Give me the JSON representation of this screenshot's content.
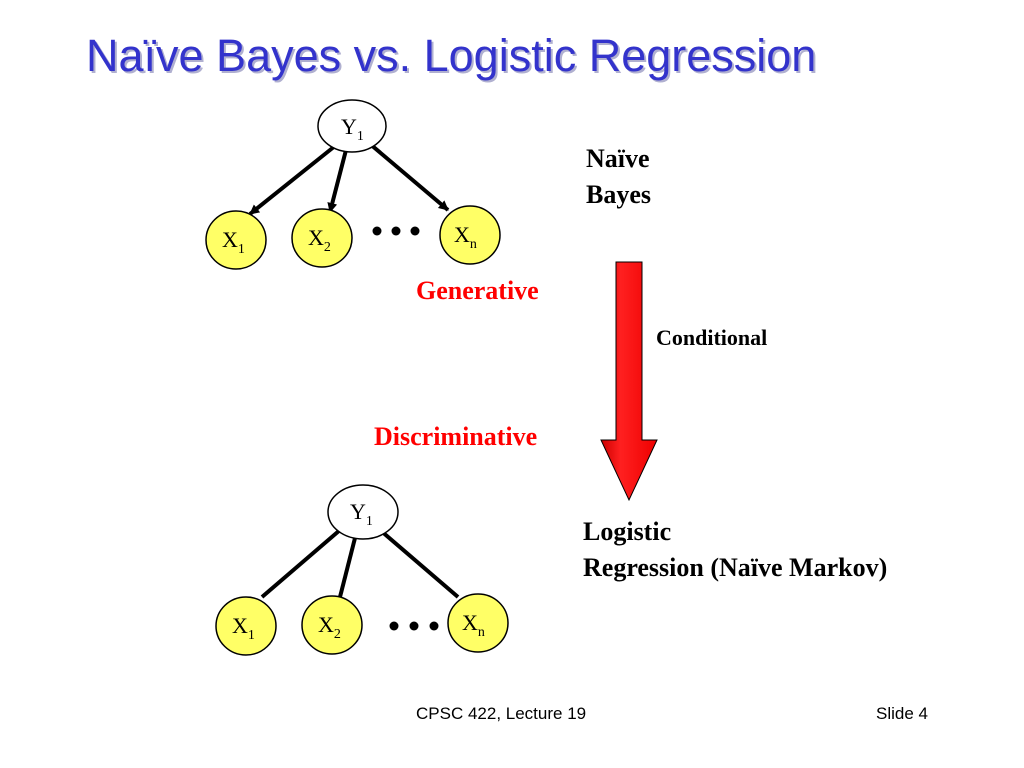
{
  "title": "Naïve Bayes vs. Logistic Regression",
  "naive_bayes": {
    "label_line1": "Naïve",
    "label_line2": "Bayes",
    "root": {
      "base": "Y",
      "sub": "1"
    },
    "children": [
      {
        "base": "X",
        "sub": "1"
      },
      {
        "base": "X",
        "sub": "2"
      },
      {
        "base": "X",
        "sub": "n"
      }
    ]
  },
  "logistic_regression": {
    "label_line1": "Logistic",
    "label_line2": "Regression (Naïve Markov)",
    "root": {
      "base": "Y",
      "sub": "1"
    },
    "children": [
      {
        "base": "X",
        "sub": "1"
      },
      {
        "base": "X",
        "sub": "2"
      },
      {
        "base": "X",
        "sub": "n"
      }
    ]
  },
  "generative_label": "Generative",
  "discriminative_label": "Discriminative",
  "conditional_label": "Conditional",
  "footer": {
    "course": "CPSC 422, Lecture 19",
    "slide": "Slide 4"
  },
  "colors": {
    "title": "#3333cc",
    "node_fill": "#ffff66",
    "arrow": "#ff0000",
    "red_label": "#ff0000"
  }
}
